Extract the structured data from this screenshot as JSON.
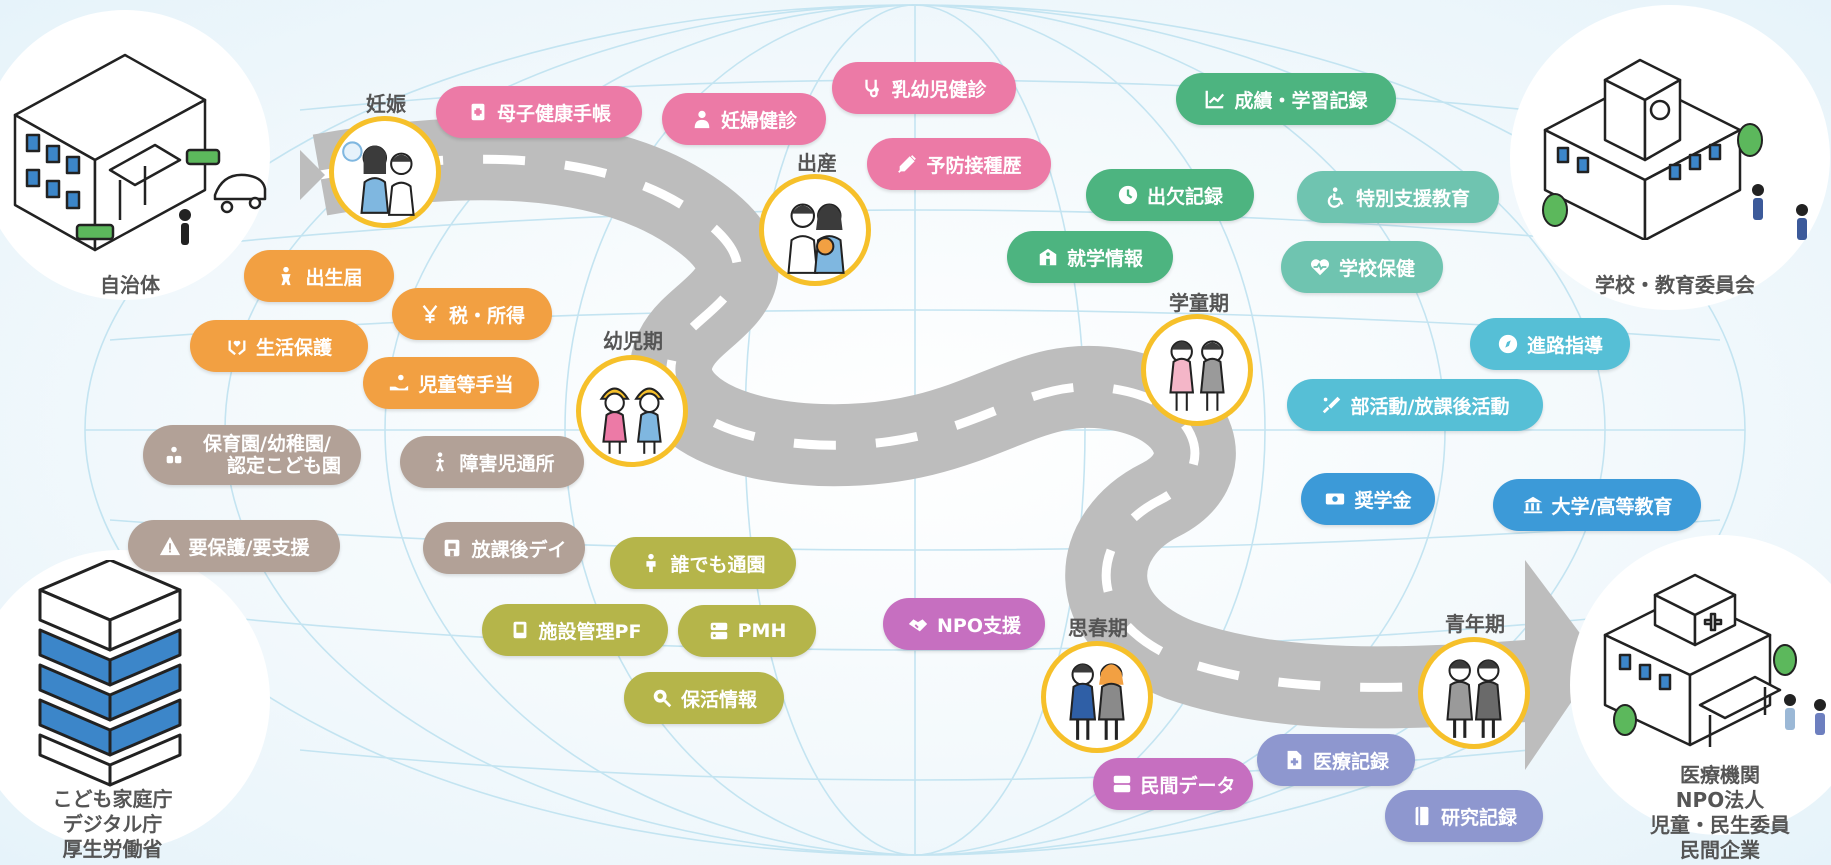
{
  "stages": {
    "ninshin": "妊娠",
    "shussan": "出産",
    "youji": "幼児期",
    "gakudou": "学童期",
    "shishun": "思春期",
    "seinen": "青年期"
  },
  "orgs": {
    "jichitai": "自治体",
    "school": "学校・教育委員会",
    "gov": [
      "こども家庭庁",
      "デジタル庁",
      "厚生労働省"
    ],
    "medical": [
      "医療機関",
      "NPO法人",
      "児童・民生委員",
      "民間企業"
    ]
  },
  "pills": {
    "boshi": "母子健康手帳",
    "ninpu": "妊婦健診",
    "nyuyouji": "乳幼児健診",
    "yobou": "予防接種歴",
    "seiseki": "成績・学習記録",
    "shukketsu": "出欠記録",
    "tokubetsu": "特別支援教育",
    "shugaku": "就学情報",
    "gakkouhoken": "学校保健",
    "shinro": "進路指導",
    "bukatsu": "部活動/放課後活動",
    "shougaku": "奨学金",
    "daigaku": "大学/高等教育",
    "shusshou": "出生届",
    "zei": "税・所得",
    "seikatsu": "生活保護",
    "jidou": "児童等手当",
    "hoikuen_1": "保育園/幼稚園/",
    "hoikuen_2": "認定こども園",
    "shougaiji": "障害児通所",
    "youhogo": "要保護/要支援",
    "houkago": "放課後デイ",
    "daredemo": "誰でも通園",
    "shisetsu": "施設管理PF",
    "pmh": "PMH",
    "hokatsu": "保活情報",
    "npo": "NPO支援",
    "iryou": "医療記録",
    "minkan": "民間データ",
    "kenkyu": "研究記録"
  },
  "colors": {
    "pink": "#ec7aa6",
    "orange": "#f2a042",
    "brown": "#b2a197",
    "olive": "#b5b54a",
    "green": "#4db480",
    "teal": "#6fc4b0",
    "cyan": "#56bfd6",
    "blue": "#3c9ad8",
    "purple": "#c66fc0",
    "lavender": "#8e97cf",
    "road": "#bdbdbd",
    "stage_ring": "#f6c02a"
  }
}
